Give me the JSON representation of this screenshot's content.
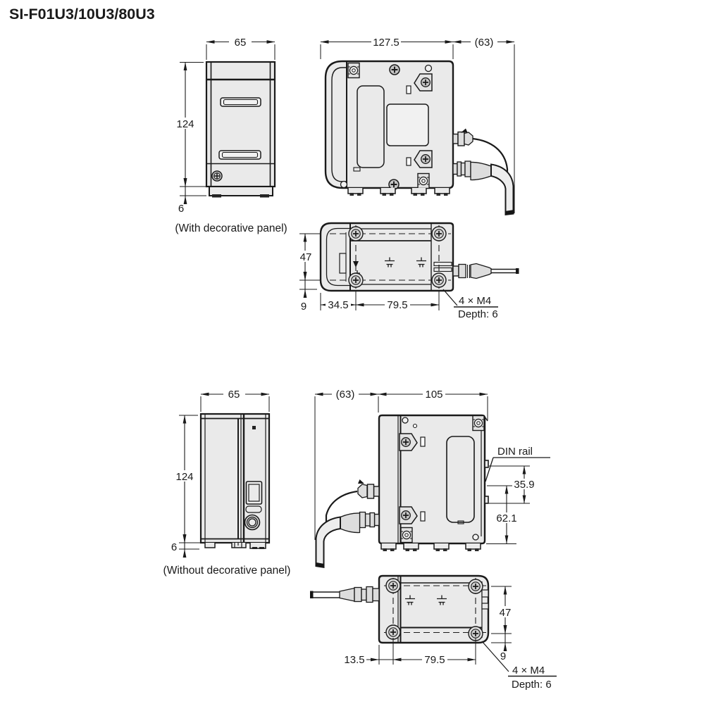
{
  "title": "SI-F01U3/10U3/80U3",
  "colors": {
    "line": "#1a1a1a",
    "body_fill": "#eaeaea",
    "recess_fill": "#f1f1f1"
  },
  "with_panel": {
    "caption": "(With decorative panel)",
    "side_view": {
      "width": "65",
      "height": "124",
      "base_height": "6"
    },
    "front_view": {
      "body_width": "127.5",
      "cable_clearance": "(63)"
    },
    "top_view": {
      "screw_span_y": "47",
      "edge_to_screw_y": "9",
      "edge_to_screw_x": "34.5",
      "screw_pitch_x": "79.5",
      "screw_note_1": "4 × M4",
      "screw_note_2": "Depth: 6"
    }
  },
  "without_panel": {
    "caption": "(Without decorative panel)",
    "side_view": {
      "width": "65",
      "height": "124",
      "base_height": "6"
    },
    "front_view": {
      "cable_clearance": "(63)",
      "body_width": "105",
      "din_rail_label": "DIN rail",
      "din_rail_width": "35.9",
      "din_rail_span": "62.1"
    },
    "bottom_view": {
      "edge_to_screw_x": "13.5",
      "screw_pitch_x": "79.5",
      "screw_span_y": "47",
      "edge_to_screw_y": "9",
      "screw_note_1": "4 × M4",
      "screw_note_2": "Depth: 6"
    }
  }
}
